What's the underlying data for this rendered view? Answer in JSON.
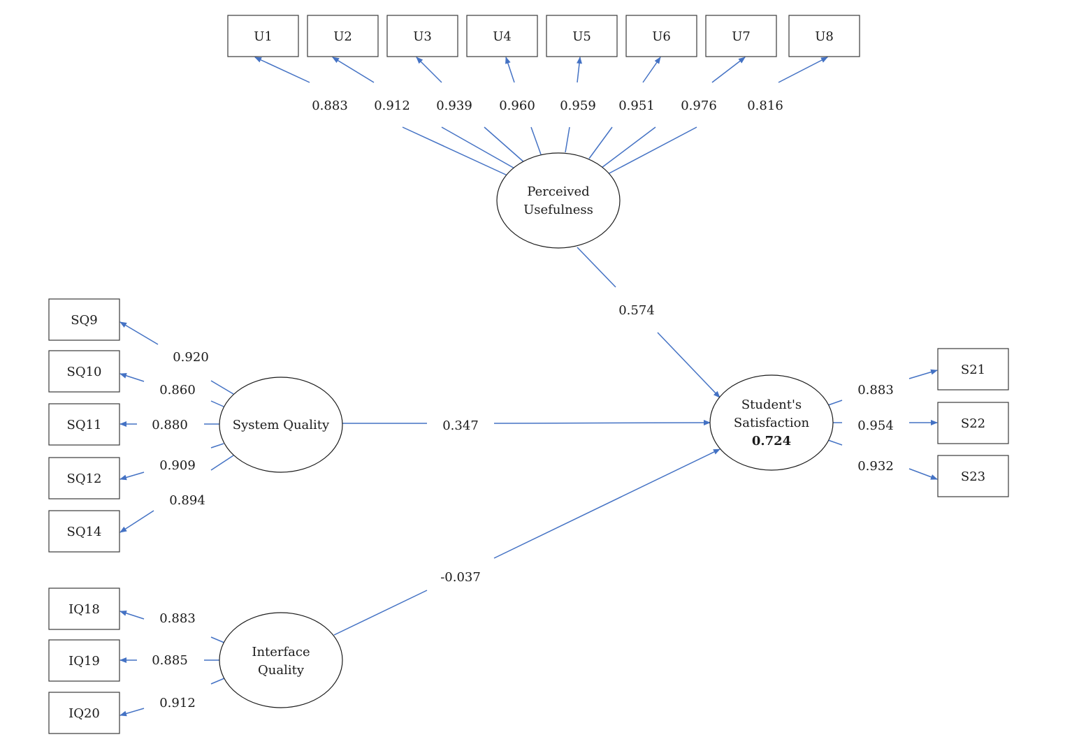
{
  "colors": {
    "arrow": "#4472C4",
    "border": "#3a3a3a",
    "text": "#1a1a1a"
  },
  "latents": {
    "pu": {
      "line1": "Perceived",
      "line2": "Usefulness"
    },
    "sq": {
      "label": "System Quality"
    },
    "iq": {
      "line1": "Interface",
      "line2": "Quality"
    },
    "ss": {
      "line1": "Student's",
      "line2": "Satisfaction",
      "r2": "0.724"
    }
  },
  "indicators": {
    "pu": [
      {
        "name": "U1",
        "loading": "0.883"
      },
      {
        "name": "U2",
        "loading": "0.912"
      },
      {
        "name": "U3",
        "loading": "0.939"
      },
      {
        "name": "U4",
        "loading": "0.960"
      },
      {
        "name": "U5",
        "loading": "0.959"
      },
      {
        "name": "U6",
        "loading": "0.951"
      },
      {
        "name": "U7",
        "loading": "0.976"
      },
      {
        "name": "U8",
        "loading": "0.816"
      }
    ],
    "sq": [
      {
        "name": "SQ9",
        "loading": "0.920"
      },
      {
        "name": "SQ10",
        "loading": "0.860"
      },
      {
        "name": "SQ11",
        "loading": "0.880"
      },
      {
        "name": "SQ12",
        "loading": "0.909"
      },
      {
        "name": "SQ14",
        "loading": "0.894"
      }
    ],
    "iq": [
      {
        "name": "IQ18",
        "loading": "0.883"
      },
      {
        "name": "IQ19",
        "loading": "0.885"
      },
      {
        "name": "IQ20",
        "loading": "0.912"
      }
    ],
    "ss": [
      {
        "name": "S21",
        "loading": "0.883"
      },
      {
        "name": "S22",
        "loading": "0.954"
      },
      {
        "name": "S23",
        "loading": "0.932"
      }
    ]
  },
  "paths": {
    "pu_ss": "0.574",
    "sq_ss": "0.347",
    "iq_ss": "-0.037"
  }
}
